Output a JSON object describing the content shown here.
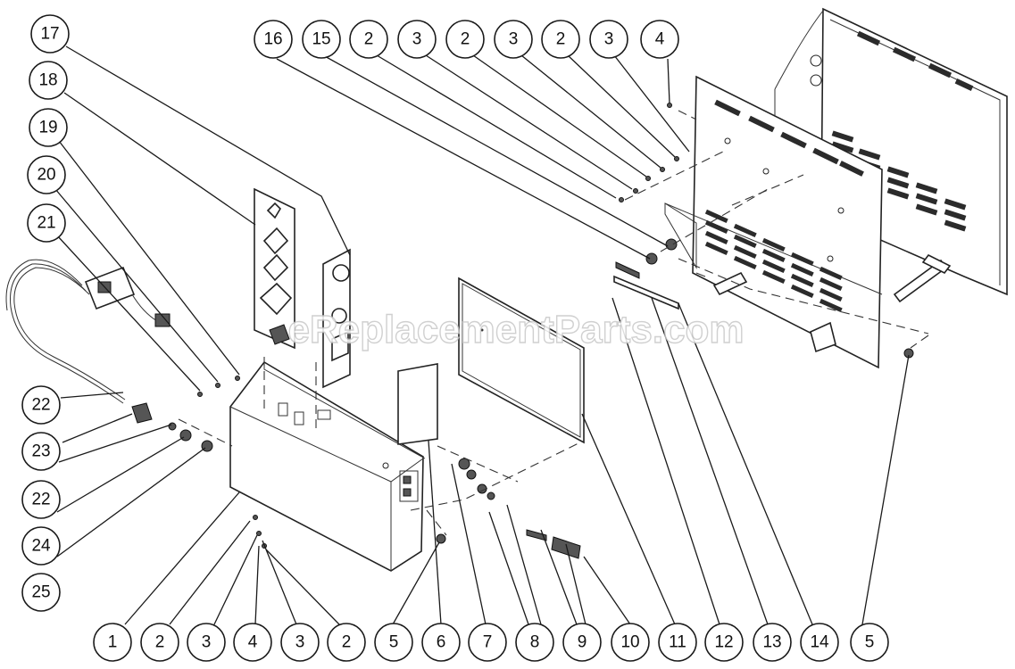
{
  "watermark": "eReplacementParts.com",
  "callouts_top": [
    "16",
    "15",
    "2",
    "3",
    "2",
    "3",
    "2",
    "3",
    "4"
  ],
  "callouts_left": [
    "17",
    "18",
    "19",
    "20",
    "21",
    "22",
    "23",
    "22",
    "24",
    "25"
  ],
  "callouts_bottom": [
    "1",
    "2",
    "3",
    "4",
    "3",
    "2",
    "5",
    "6",
    "7",
    "8",
    "9",
    "10",
    "11",
    "12",
    "13",
    "14",
    "5"
  ]
}
